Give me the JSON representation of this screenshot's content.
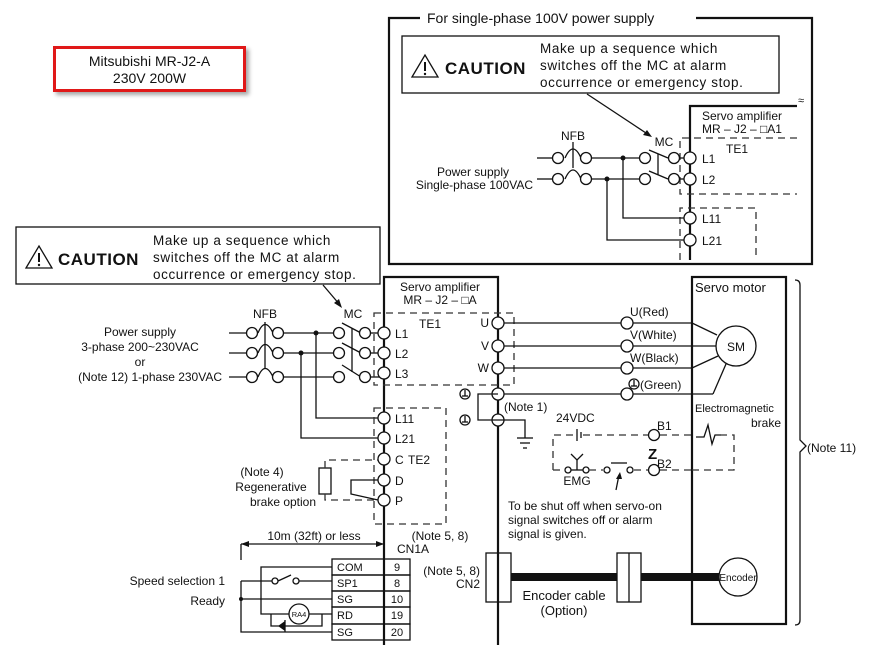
{
  "title_box": {
    "line1": "Mitsubishi MR-J2-A",
    "line2": "230V 200W",
    "border_color": "#e01818"
  },
  "single_phase_panel": {
    "heading": "For single-phase 100V power supply",
    "caution": {
      "icon": "warning-triangle-icon",
      "word": "CAUTION",
      "message": [
        "Make up a sequence which",
        "switches off the MC at alarm",
        "occurrence or emergency stop."
      ]
    },
    "nfb_label": "NFB",
    "mc_label": "MC",
    "power_supply": [
      "Power supply",
      "Single-phase 100VAC"
    ],
    "amplifier": [
      "Servo amplifier",
      "MR – J2 – □A1"
    ],
    "te1_label": "TE1",
    "terminals": [
      "L1",
      "L2",
      "L11",
      "L21"
    ]
  },
  "main_caution": {
    "icon": "warning-triangle-icon",
    "word": "CAUTION",
    "message": [
      "Make up a sequence which",
      "switches off the MC at alarm",
      "occurrence or emergency stop."
    ]
  },
  "power_input": {
    "nfb_label": "NFB",
    "mc_label": "MC",
    "lines": [
      "Power supply",
      "3-phase 200~230VAC",
      "or",
      "(Note 12) 1-phase 230VAC"
    ]
  },
  "servo_amplifier": {
    "title": [
      "Servo amplifier",
      "MR – J2 – □A"
    ],
    "te1_label": "TE1",
    "input_terminals": [
      "L1",
      "L2",
      "L3"
    ],
    "output_terminals": [
      "U",
      "V",
      "W"
    ],
    "control_terminals": [
      "L11",
      "L21"
    ],
    "te2_terminals": [
      "C",
      "D",
      "P"
    ],
    "te2_label": "TE2",
    "note1": "(Note 1)",
    "cn1a_note": "(Note 5, 8)",
    "cn1a_label": "CN1A",
    "cn2_note": "(Note 5, 8)",
    "cn2_label": "CN2"
  },
  "motor_wires": [
    "U(Red)",
    "V(White)",
    "W(Black)",
    "(Green)"
  ],
  "servo_motor": {
    "title": "Servo motor",
    "sm_label": "SM",
    "brake_label": [
      "Electromagnetic",
      "brake"
    ],
    "encoder_label": "Encoder",
    "note11": "(Note 11)"
  },
  "brake_circuit": {
    "supply": "24VDC",
    "emg_label": "EMG",
    "b1": "B1",
    "b2": "B2",
    "z_label": "Z",
    "note": [
      "To be shut off when servo-on",
      "signal switches off or alarm",
      "signal is given."
    ]
  },
  "regen": {
    "lines": [
      "(Note 4)",
      "Regenerative",
      "brake option"
    ]
  },
  "cable_length": "10m (32ft) or less",
  "io_connector": {
    "rows": [
      {
        "signal": "COM",
        "pin": "9"
      },
      {
        "signal": "SP1",
        "pin": "8"
      },
      {
        "signal": "SG",
        "pin": "10"
      },
      {
        "signal": "RD",
        "pin": "19"
      },
      {
        "signal": "SG",
        "pin": "20"
      }
    ],
    "labels": [
      "Speed selection 1",
      "Ready"
    ],
    "relay": "RA4"
  },
  "encoder_cable": [
    "Encoder cable",
    "(Option)"
  ]
}
